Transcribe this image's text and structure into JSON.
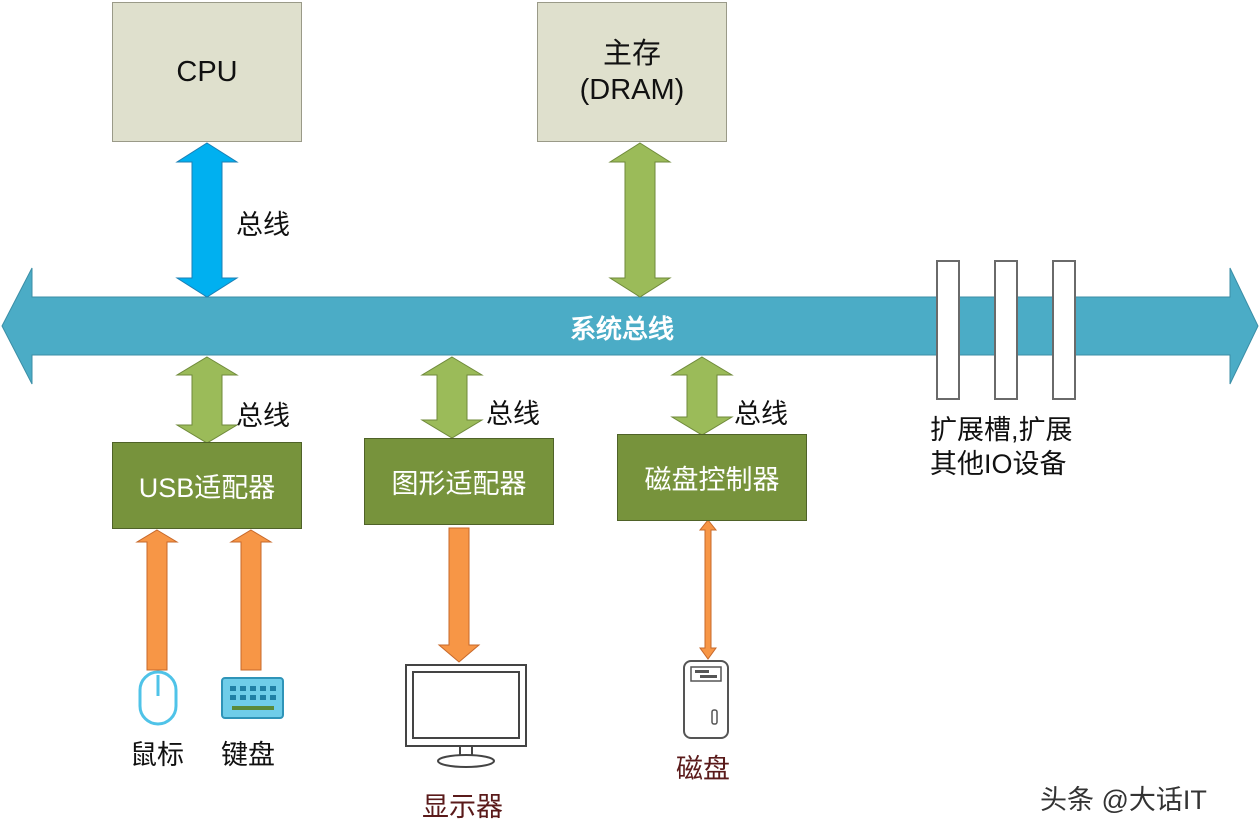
{
  "cpu": {
    "label": "CPU"
  },
  "dram": {
    "line1": "主存",
    "line2": "(DRAM)"
  },
  "system_bus": {
    "label": "系统总线"
  },
  "bus_labels": {
    "cpu": "总线",
    "usb": "总线",
    "graphics": "总线",
    "disk": "总线"
  },
  "adapters": {
    "usb": "USB适配器",
    "graphics": "图形适配器",
    "disk_controller": "磁盘控制器"
  },
  "expansion": {
    "line1": "扩展槽,扩展",
    "line2": "其他IO设备"
  },
  "devices": {
    "mouse": "鼠标",
    "keyboard": "键盘",
    "monitor": "显示器",
    "disk": "磁盘"
  },
  "icons": [
    "mouse-icon",
    "keyboard-icon",
    "monitor-icon",
    "disk-icon"
  ],
  "colors": {
    "system_bus": "#4bacc6",
    "cpu_bus": "#00b0f0",
    "green_arrow": "#9bbb59",
    "orange_arrow": "#f79646",
    "adapter": "#77933c",
    "top_box": "#dfe0cd"
  },
  "watermark": "头条 @大话IT"
}
